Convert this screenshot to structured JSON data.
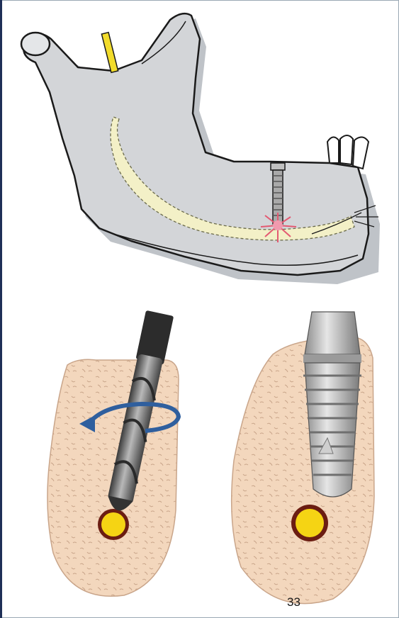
{
  "page": {
    "number": "33"
  },
  "illustrations": [
    {
      "id": "mandible",
      "icon": "mandible-nerve-damage-illustration"
    },
    {
      "id": "drill",
      "icon": "drill-osteotomy-illustration"
    },
    {
      "id": "implant",
      "icon": "implant-nerve-contact-illustration"
    }
  ],
  "colors": {
    "bone_gray": "#d3d5d8",
    "nerve_canal": "#f3f0c7",
    "nerve_fill": "#f5d414",
    "injury": "#e35a72",
    "cancellous_bone": "#f3d7bd",
    "rotation_arrow": "#2f5f9e",
    "frame_accent": "#1f2f57"
  }
}
